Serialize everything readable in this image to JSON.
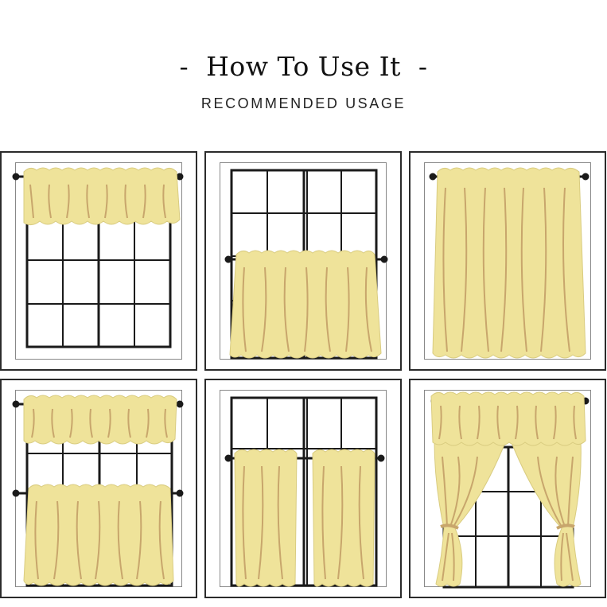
{
  "header": {
    "dash_left": "-",
    "title": "How To Use It",
    "dash_right": "-",
    "subtitle": "RECOMMENDED USAGE"
  },
  "colors": {
    "curtain": "#efe39a",
    "curtain_fold": "#c8a66c",
    "frame": "#1a1a1a",
    "border": "#2b2b2b"
  },
  "panels": [
    {
      "id": 1,
      "style": "valance"
    },
    {
      "id": 2,
      "style": "tier"
    },
    {
      "id": 3,
      "style": "full-panel"
    },
    {
      "id": 4,
      "style": "valance-and-tier"
    },
    {
      "id": 5,
      "style": "tier-pair"
    },
    {
      "id": 6,
      "style": "valance-and-tieback-panels"
    }
  ]
}
